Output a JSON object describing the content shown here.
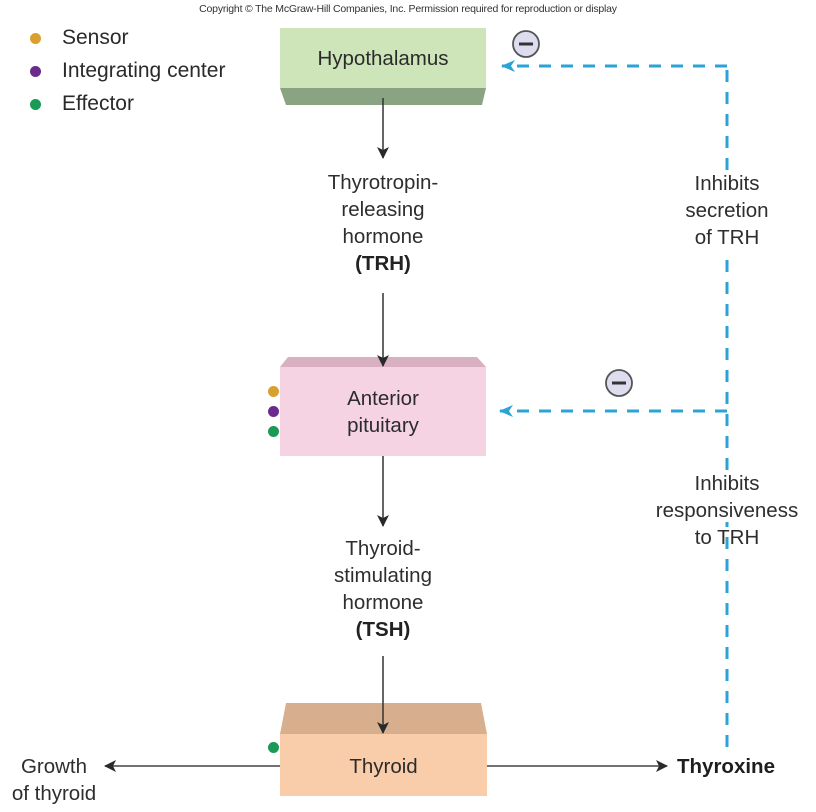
{
  "copyright": "Copyright © The McGraw-Hill Companies, Inc. Permission required for reproduction or display",
  "legend": [
    {
      "label": "Sensor",
      "color": "#D9A030",
      "icon": "sensor-dot-icon"
    },
    {
      "label": "Integrating center",
      "color": "#6B2A8E",
      "icon": "integrating-center-dot-icon"
    },
    {
      "label": "Effector",
      "color": "#1A9A55",
      "icon": "effector-dot-icon"
    }
  ],
  "nodes": {
    "hypothalamus": {
      "label": "Hypothalamus",
      "face_color": "#CDE5B9",
      "side_color": "#8AA382"
    },
    "anterior_pituitary": {
      "line1": "Anterior",
      "line2": "pituitary",
      "face_color": "#F5D3E3",
      "side_color": "#D9AFC2",
      "roles": [
        "sensor",
        "integrating center",
        "effector"
      ]
    },
    "thyroid": {
      "label": "Thyroid",
      "face_color": "#F9CDAA",
      "side_color": "#D7AF8E",
      "roles": [
        "effector"
      ]
    }
  },
  "hormones": {
    "trh": {
      "line1": "Thyrotropin-",
      "line2": "releasing",
      "line3": "hormone",
      "abbr": "(TRH)"
    },
    "tsh": {
      "line1": "Thyroid-",
      "line2": "stimulating",
      "line3": "hormone",
      "abbr": "(TSH)"
    }
  },
  "outputs": {
    "growth": {
      "line1": "Growth",
      "line2": "of thyroid"
    },
    "thyroxine": "Thyroxine"
  },
  "feedback": {
    "color": "#2BA3D6",
    "sign": "−",
    "secretion": {
      "line1": "Inhibits",
      "line2": "secretion",
      "line3": "of TRH"
    },
    "responsiveness": {
      "line1": "Inhibits",
      "line2": "responsiveness",
      "line3": "to TRH"
    }
  }
}
